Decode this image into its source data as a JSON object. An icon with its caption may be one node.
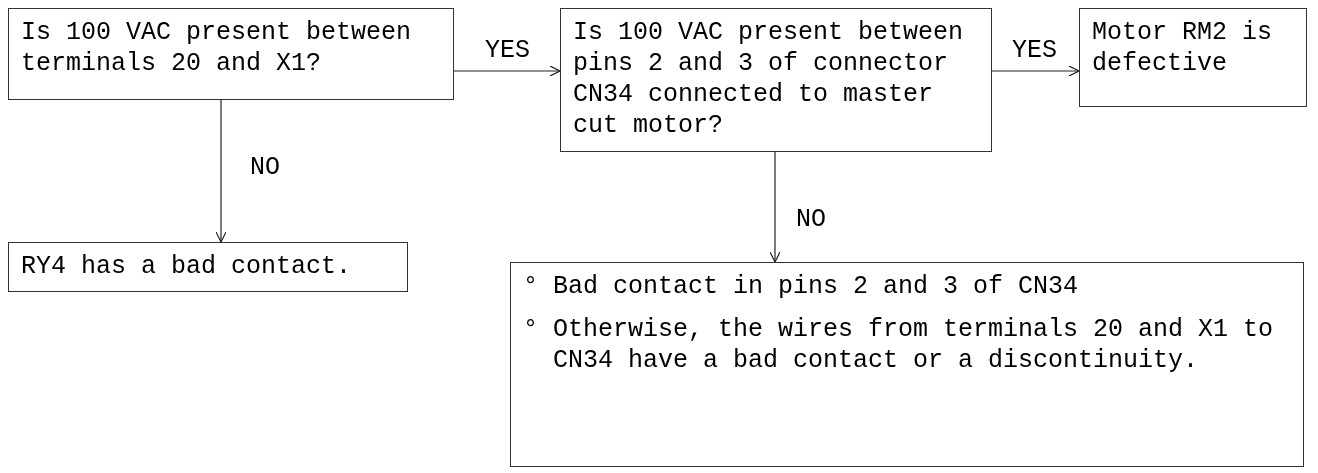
{
  "diagram": {
    "nodes": [
      {
        "text": [
          "Is 100 VAC present between terminals 20 and X1?"
        ]
      },
      {
        "text": [
          "Is 100 VAC present between pins 2 and 3 of connector CN34 connected to master cut motor?"
        ]
      },
      {
        "text": [
          "Motor RM2 is defective"
        ]
      },
      {
        "text": [
          "RY4 has a bad contact."
        ]
      },
      {
        "text": [
          "° Bad contact in pins 2 and 3 of CN34",
          "° Otherwise, the wires from terminals 20 and X1 to CN34 have a bad contact or a discontinuity."
        ]
      }
    ],
    "edges": [
      {
        "from": 0,
        "to": 1,
        "arrow": "to",
        "label": "YES"
      },
      {
        "from": 1,
        "to": 2,
        "arrow": "to",
        "label": "YES"
      },
      {
        "from": 0,
        "to": 3,
        "arrow": "to",
        "label": "NO"
      },
      {
        "from": 1,
        "to": 4,
        "arrow": "to",
        "label": "NO"
      }
    ]
  }
}
